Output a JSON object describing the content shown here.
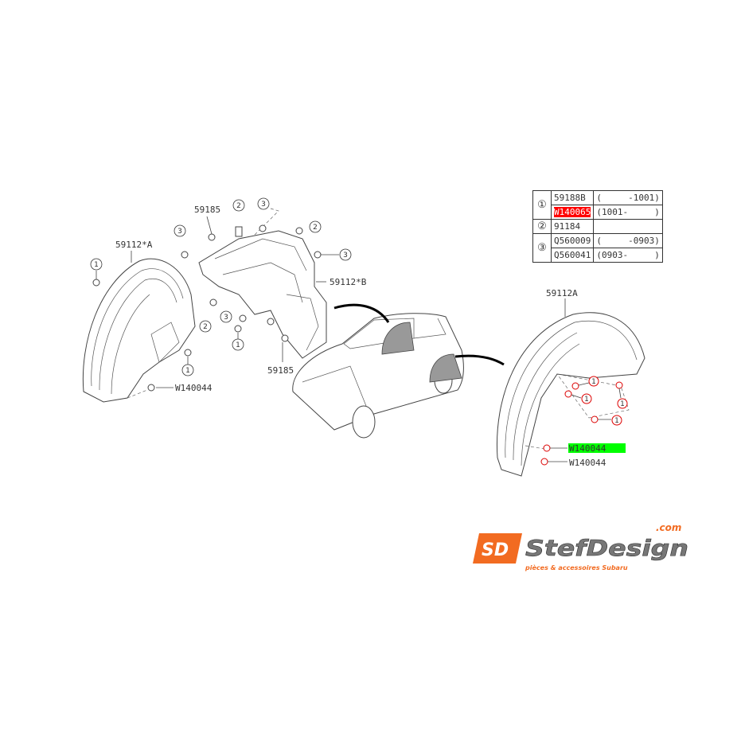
{
  "legend_table": {
    "rows": [
      {
        "num": "①",
        "part": "59188B",
        "range": "(     -1001)"
      },
      {
        "num": "",
        "part": "W140065",
        "range": "(1001-     )",
        "highlight": "#ff0000"
      },
      {
        "num": "②",
        "part": "91184",
        "range": ""
      },
      {
        "num": "③",
        "part": "Q560009",
        "range": "(     -0903)"
      },
      {
        "num": "",
        "part": "Q560041",
        "range": "(0903-     )"
      }
    ]
  },
  "left_assembly": {
    "label_59112a": "59112*A",
    "label_59185_top": "59185",
    "label_59112b": "59112*B",
    "label_59185_bottom": "59185",
    "label_w140044": "W140044",
    "callout_1": "1",
    "callout_2": "2",
    "callout_3": "3"
  },
  "right_assembly": {
    "label_59112a": "59112A",
    "label_w140044_highlighted": "W140044",
    "label_w140044": "W140044",
    "highlight_color": "#00ff00",
    "callout_1": "1"
  },
  "logo": {
    "brand": "StefDesign",
    "tld": ".com",
    "tagline": "pièces & accessoires Subaru",
    "monogram": "SD",
    "color": "#f26b21"
  }
}
